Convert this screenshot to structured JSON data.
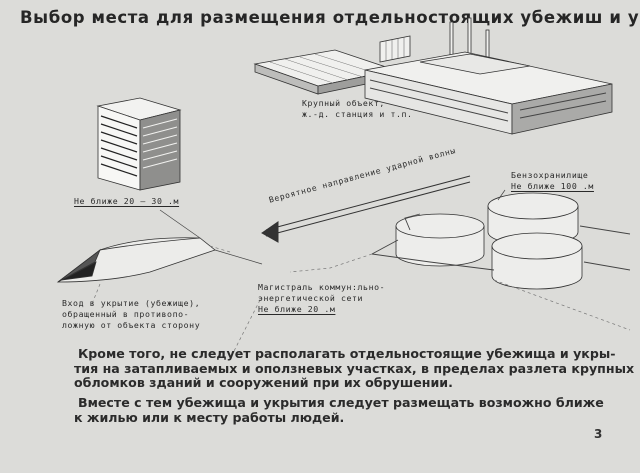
{
  "title": "Выбор места для размещения отдельностоящих убежиш и укрытий",
  "labels": {
    "large_object": [
      "Крупный объект,",
      "ж.-д. станция и т.п."
    ],
    "building": "Не ближе 20 – 30 .м",
    "fuel_storage": [
      "Бензохранилище",
      "Не ближе 100 .м"
    ],
    "shockwave": "Вероятное направление ударной волны",
    "entrance": [
      "Вход в укрытие (убежище),",
      "обращенный в противопо-",
      "ложную от объекта сторону"
    ],
    "utility": [
      "Магистраль коммун:льно-",
      "энергетической сети",
      "Не ближе 20 .м"
    ]
  },
  "paragraphs": [
    [
      "Кроме того, не следует располагать отдельностоящие убежища и укры-",
      "тия на затапливаемых и оползневых участках, в пределах разлета крупных",
      "обломков зданий и сооружений при их обрушении."
    ],
    [
      "Вместе с тем убежища и укрытия следует размещать возможно ближе",
      "к жилью или к месту работы людей."
    ]
  ],
  "page_number": "3"
}
